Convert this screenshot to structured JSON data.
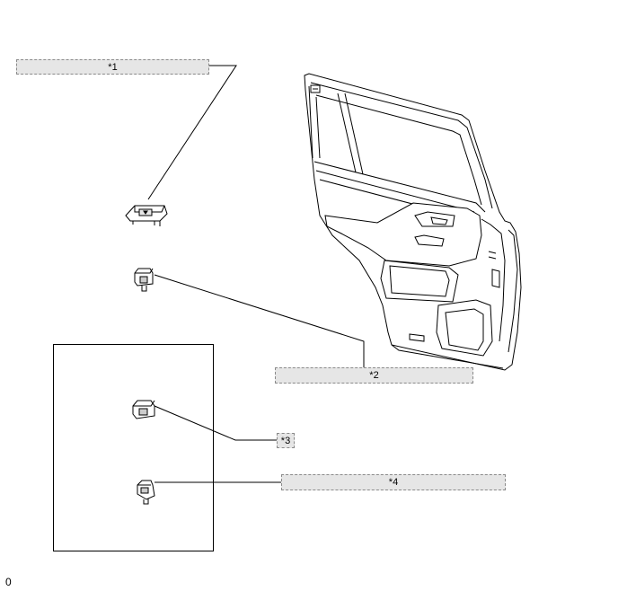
{
  "callouts": [
    {
      "id": "c1",
      "text": "*1"
    },
    {
      "id": "c2",
      "text": "*2"
    },
    {
      "id": "c3",
      "text": "*3"
    },
    {
      "id": "c4",
      "text": "*4"
    }
  ],
  "footer": {
    "code": "0"
  },
  "icons": {
    "door": "rear-door-trim-icon",
    "switch_bezel": "switch-bezel-icon",
    "clip": "retainer-clip-icon"
  }
}
